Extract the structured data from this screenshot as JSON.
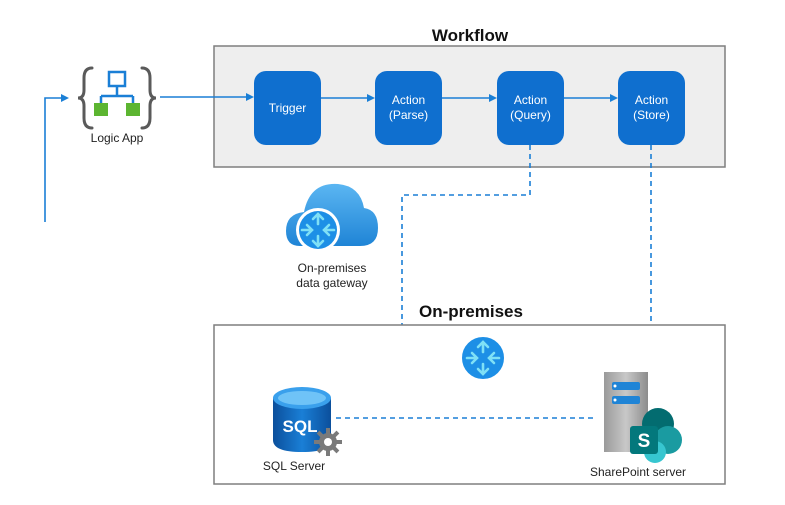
{
  "workflow": {
    "title": "Workflow",
    "nodes": [
      {
        "line1": "Trigger",
        "line2": ""
      },
      {
        "line1": "Action",
        "line2": "(Parse)"
      },
      {
        "line1": "Action",
        "line2": "(Query)"
      },
      {
        "line1": "Action",
        "line2": "(Store)"
      }
    ]
  },
  "logic_app": {
    "label": "Logic App"
  },
  "gateway": {
    "label_line1": "On-premises",
    "label_line2": "data gateway"
  },
  "onprem": {
    "title": "On-premises",
    "sql": {
      "badge": "SQL",
      "label": "SQL Server"
    },
    "sharepoint": {
      "badge": "S",
      "label": "SharePoint server"
    }
  },
  "colors": {
    "node": "#0f6fcf",
    "connector": "#1a7fd6",
    "panel_fill": "#eeeeee",
    "panel_stroke": "#7f7f7f",
    "gateway": "#1d8fe6",
    "green": "#5cb531"
  }
}
